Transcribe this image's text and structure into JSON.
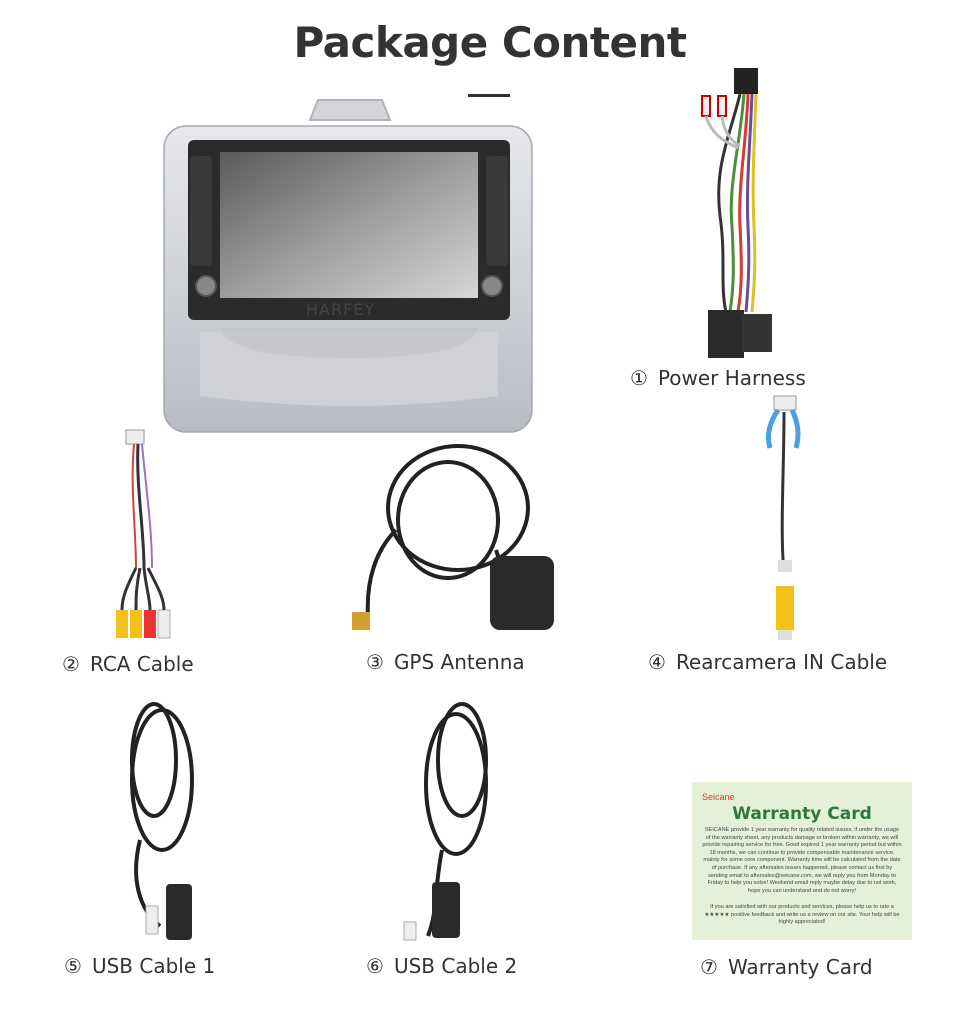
{
  "page": {
    "title": "Package Content"
  },
  "device": {
    "brand": "HARFEY"
  },
  "items": [
    {
      "num": "①",
      "label": "Power Harness"
    },
    {
      "num": "②",
      "label": "RCA Cable"
    },
    {
      "num": "③",
      "label": "GPS Antenna"
    },
    {
      "num": "④",
      "label": "Rearcamera IN Cable"
    },
    {
      "num": "⑤",
      "label": "USB Cable 1"
    },
    {
      "num": "⑥",
      "label": "USB Cable 2"
    },
    {
      "num": "⑦",
      "label": "Warranty Card"
    }
  ],
  "warranty_card": {
    "brand": "Seicane",
    "title": "Warranty Card",
    "body": "SEICANE provide 1 year warranty for quality related issues, if under the usage of the warranty sheet, any products damage or broken within warranty, we will provide repairing service for free. Good expired 1 year warranty period but within 18 months, we can continue to provide compensable maintenance service, mainly for some core component. Warranty time will be calculated from the date of purchase. If any aftersales issues happened, please contact us first by sending email to aftersales@seicane.com, we will reply you from Monday to Friday to help you solve! Weekend email reply maybe delay due to not work, hope you can understand and do not worry!",
    "footer": "If you are satisfied with our products and services, please help us to rate a ★★★★★ positive feedback and write us a review on our site. Your help will be highly appreciated!"
  },
  "colors": {
    "title": "#333333",
    "card_bg": "#e4f1d8",
    "card_title": "#2b7a3b",
    "card_brand": "#e03a2c",
    "rca_yellow": "#f2c21b"
  }
}
